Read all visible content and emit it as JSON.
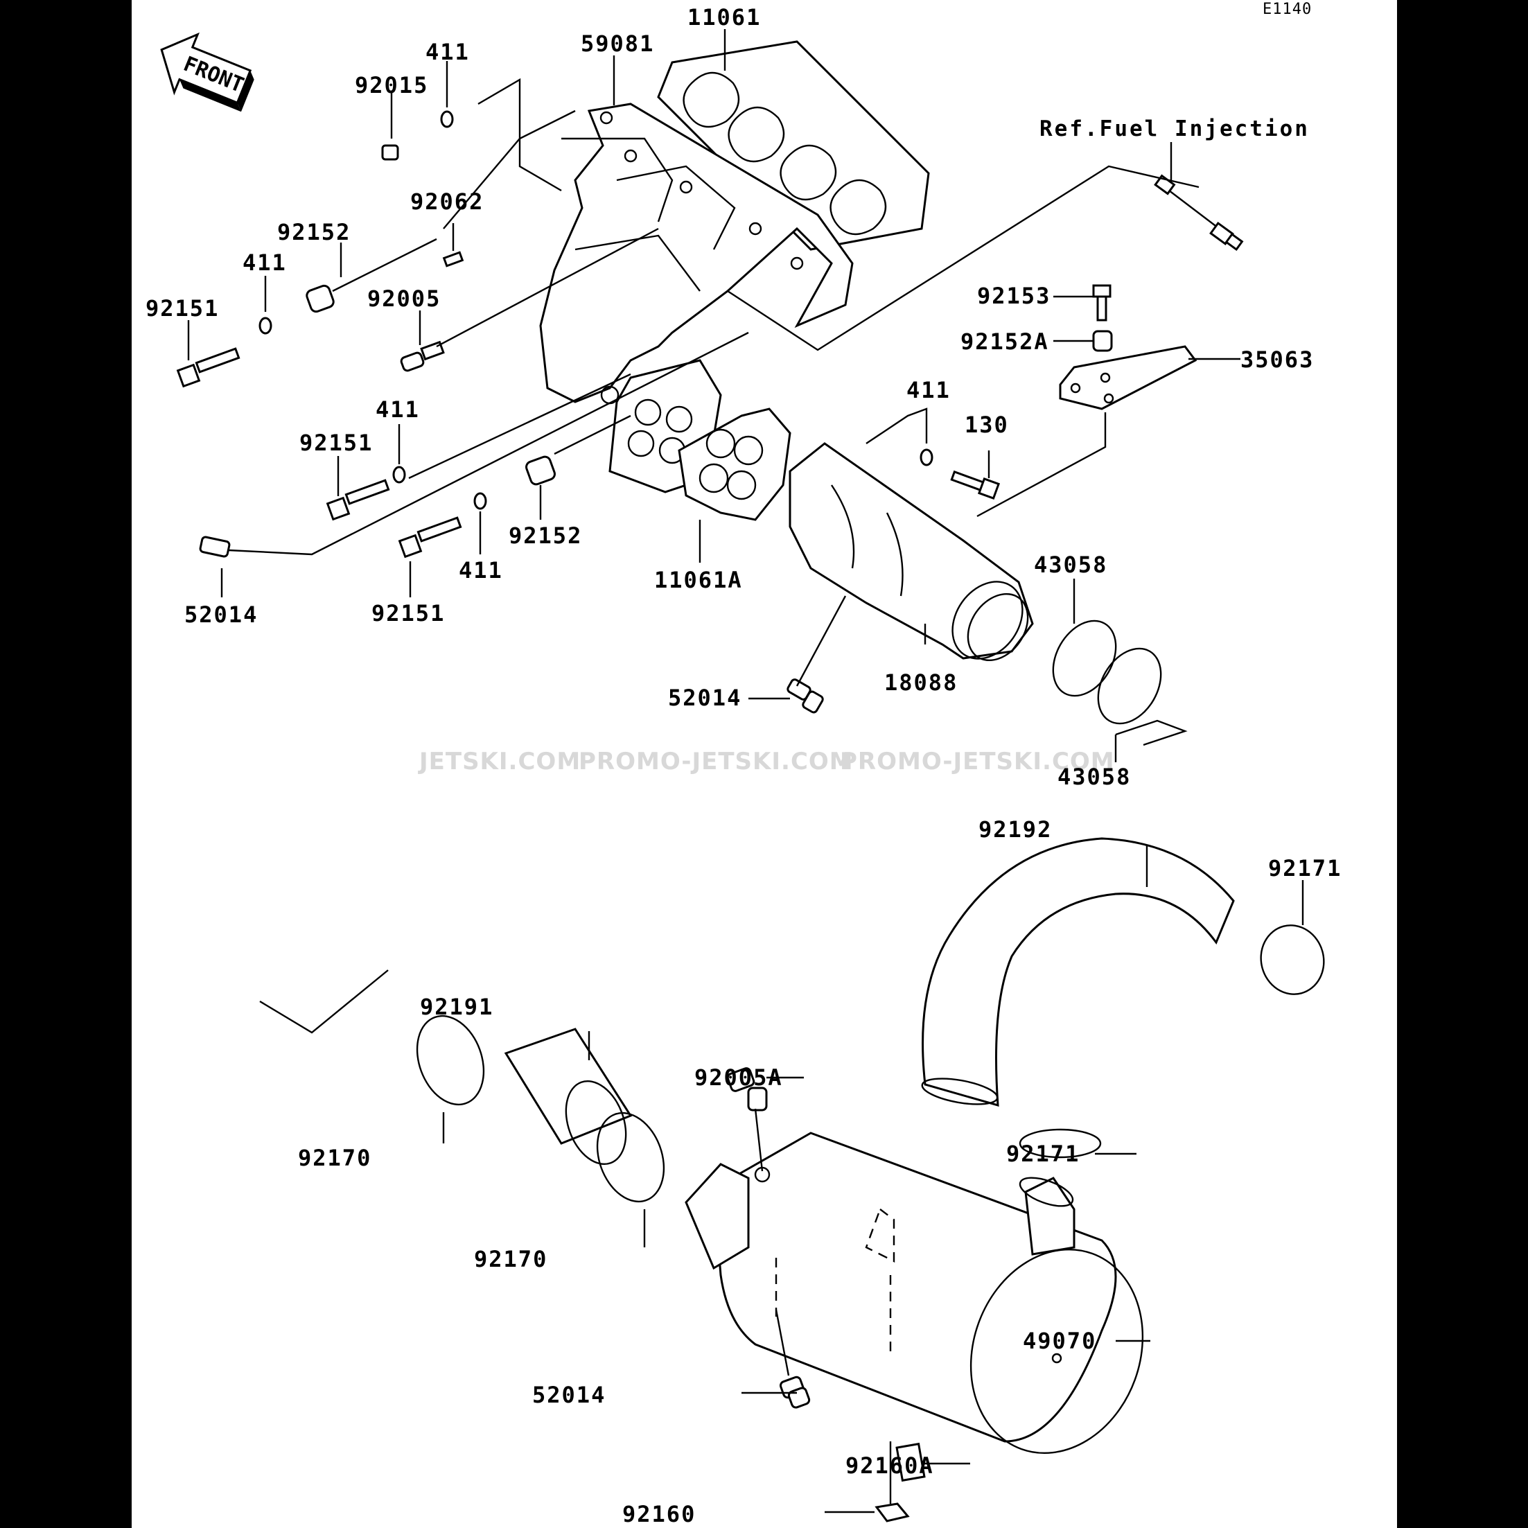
{
  "diagram": {
    "code": "E1140",
    "front_label": "FRONT",
    "ref_label": "Ref.Fuel Injection",
    "watermark": [
      "JETSKI.COM",
      "PROMO-JETSKI.COM",
      "PROMO-JETSKI.COM"
    ],
    "labels": {
      "l11061": "11061",
      "l59081": "59081",
      "l411a": "411",
      "l92015": "92015",
      "l92062": "92062",
      "l92152a": "92152",
      "l411b": "411",
      "l92151a": "92151",
      "l92005": "92005",
      "l411c": "411",
      "l92151b": "92151",
      "l52014a": "52014",
      "l92151c": "92151",
      "l411d": "411",
      "l92152b": "92152",
      "l11061A": "11061A",
      "l92153": "92153",
      "l92152A": "92152A",
      "l35063": "35063",
      "l411e": "411",
      "l130": "130",
      "l43058a": "43058",
      "l18088": "18088",
      "l52014b": "52014",
      "l43058b": "43058",
      "l92192": "92192",
      "l92171a": "92171",
      "l92191": "92191",
      "l92005A": "92005A",
      "l92170a": "92170",
      "l92171b": "92171",
      "l92170b": "92170",
      "l49070": "49070",
      "l52014c": "52014",
      "l92160A": "92160A",
      "l92160": "92160"
    }
  }
}
